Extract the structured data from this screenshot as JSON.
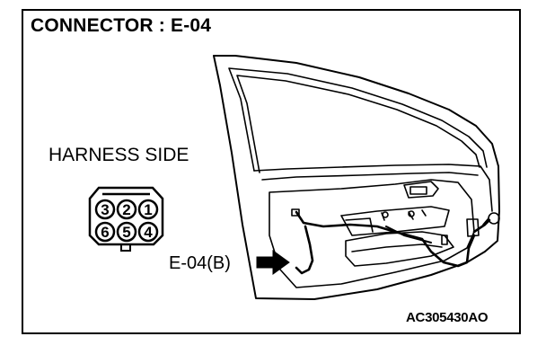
{
  "diagram": {
    "title": "CONNECTOR : E-04",
    "harness_label": "HARNESS SIDE",
    "connector_callout": "E-04(B)",
    "figure_code": "AC305430AO",
    "connector_pins_top": [
      "3",
      "2",
      "1"
    ],
    "connector_pins_bottom": [
      "6",
      "5",
      "4"
    ]
  }
}
